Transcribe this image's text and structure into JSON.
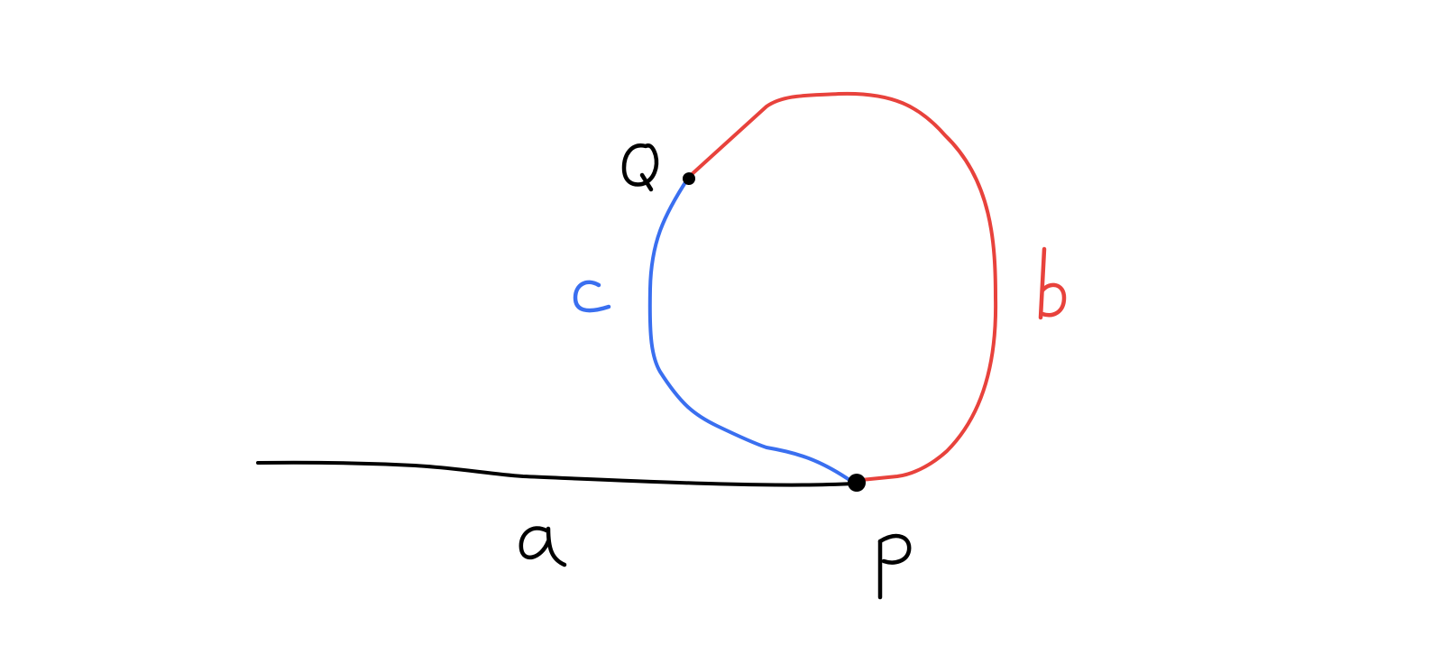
{
  "diagram": {
    "colors": {
      "ink": "#000000",
      "curve_a": "#000000",
      "curve_b": "#e8423c",
      "curve_c": "#3a6ff0",
      "background": "#ffffff"
    },
    "curves": [
      {
        "id": "a",
        "label": "a",
        "color_key": "curve_a"
      },
      {
        "id": "b",
        "label": "b",
        "color_key": "curve_b"
      },
      {
        "id": "c",
        "label": "c",
        "color_key": "curve_c"
      }
    ],
    "points": [
      {
        "id": "P",
        "label": "P"
      },
      {
        "id": "Q",
        "label": "Q"
      }
    ]
  }
}
